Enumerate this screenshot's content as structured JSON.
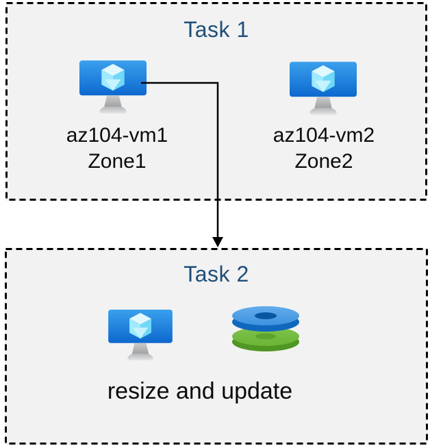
{
  "diagram": {
    "task1": {
      "title": "Task 1",
      "vm1": {
        "name": "az104-vm1",
        "zone": "Zone1"
      },
      "vm2": {
        "name": "az104-vm2",
        "zone": "Zone2"
      }
    },
    "task2": {
      "title": "Task 2",
      "caption": "resize and update"
    },
    "icons": {
      "vm": "azure-virtual-machine-icon",
      "disks": "azure-managed-disks-icon",
      "arrow": "down-arrow-connector"
    },
    "colors": {
      "title_text": "#1F4E79",
      "label_text": "#0B0B0B",
      "box_background": "#F2F2F2",
      "dashed_border": "#000000",
      "vm_screen_top": "#3AA0ED",
      "vm_screen_bottom": "#0D68CE",
      "vm_cube_light": "#E2F8FF",
      "disk_blue_top": "#4D9FE6",
      "disk_blue_side": "#0F68BE",
      "disk_blue_hole": "#0A56A0",
      "disk_green_top": "#74BC40",
      "disk_green_side": "#4F9623",
      "disk_green_hole": "#5CA42E"
    }
  }
}
